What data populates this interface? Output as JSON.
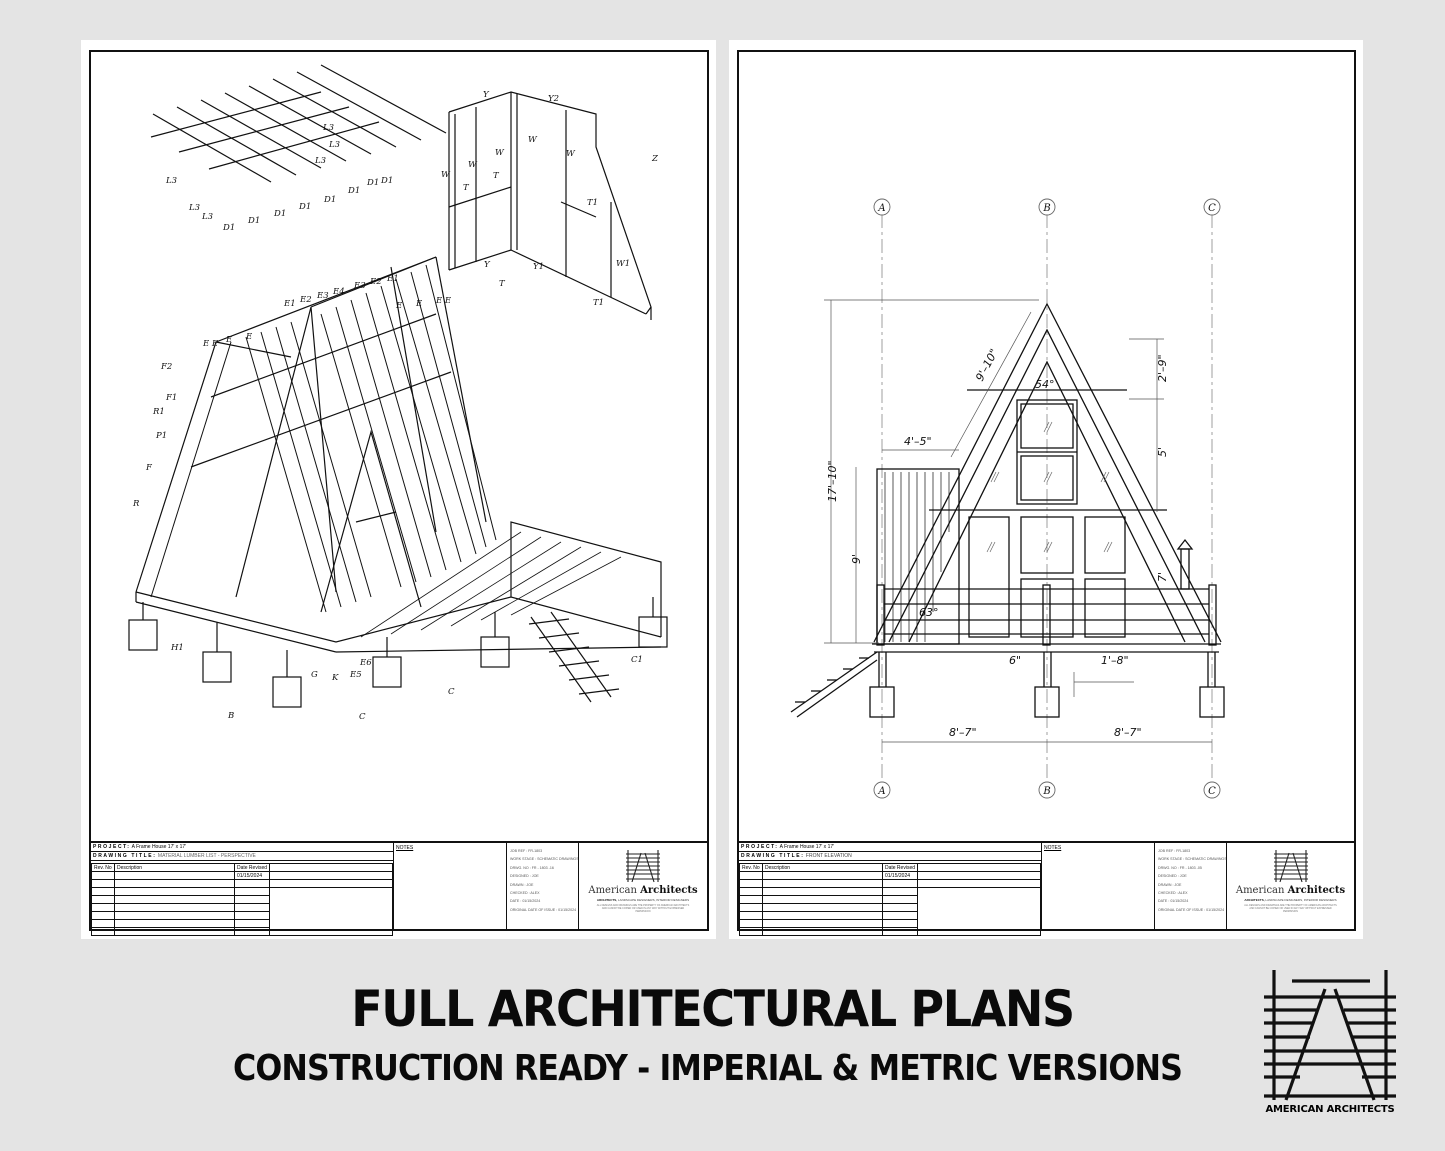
{
  "caption": {
    "headline": "FULL ARCHITECTURAL PLANS",
    "subhead": "CONSTRUCTION READY - IMPERIAL & METRIC VERSIONS"
  },
  "brandmark": {
    "label": "AMERICAN ARCHITECTS",
    "icon": "a-frame-ladder-logo-icon"
  },
  "sheets": [
    {
      "drawing": "perspective-framing",
      "component_labels": {
        "floor_joists": [
          "L3",
          "L",
          "L",
          "L",
          "L",
          "L3",
          "L3",
          "L3",
          "L",
          "D1",
          "D1",
          "D1",
          "D1",
          "D1",
          "D1",
          "D1"
        ],
        "wall_frame": [
          "Y",
          "Y2",
          "W",
          "W",
          "W",
          "W",
          "W",
          "T",
          "T",
          "T",
          "T1",
          "T1",
          "W1",
          "Y",
          "Y1",
          "Z"
        ],
        "rafters": [
          "E1",
          "E2",
          "E3",
          "E4",
          "E4",
          "E3",
          "E2",
          "E1",
          "E",
          "E",
          "E",
          "E",
          "E",
          "E",
          "E",
          "E",
          "E",
          "E",
          "E",
          "E",
          "F2",
          "F1",
          "R1",
          "P1",
          "F",
          "R",
          "H1",
          "B",
          "G",
          "K",
          "E5",
          "E6",
          "C",
          "C",
          "C1"
        ]
      },
      "title_block": {
        "project_label": "PROJECT:",
        "project": "A Frame House 17' x 17'",
        "drawing_title_label": "DRAWING TITLE:",
        "drawing_title": "MATERIAL LUMBER LIST - PERSPECTIVE",
        "rev_header": "Rev. No",
        "desc_header": "Description",
        "date_header": "Date Revised",
        "date_revised": "01/15/2024",
        "notes_label": "NOTES",
        "info": [
          "JOB REF     :  FR-1803",
          "WORK STAGE :  SCHEMATIC DRAWINGS",
          "DRWG. NO   :  FR - 1803 -16",
          "DESIGNED    :      JOE",
          "DRAWN        :      JOE",
          "CHECKED     :      ALEX",
          "DATE          :   01/15/2024",
          "ORIGINAL DATE OF ISSUE : 01/15/2024"
        ],
        "firm_light": "American",
        "firm_bold": "Architects",
        "firm_tag_bold": "ARCHITECTS,",
        "firm_tag": " LANDSCAPE DESIGNERS, INTERIOR DESIGNERS",
        "firm_fine": "ALL DESIGNS AND DRAWINGS ARE THE PROPERTY OF AMERICAN ARCHITECTS AND CANNOT BE COPIED OR USED IN ANY WAY WITHOUT EXPRESSED PERMISSION"
      }
    },
    {
      "drawing": "front-elevation",
      "grid_lines": [
        "A",
        "B",
        "C"
      ],
      "dimensions": {
        "overall_height": "17'–10\"",
        "rafter_length": "9'–10\"",
        "left_deck_width": "4'–5\"",
        "wall_height": "9'",
        "apex_angle": "54°",
        "base_angle": "63°",
        "upper_gable": "2'–9\"",
        "mid_gable": "5'",
        "lower": "7'",
        "deck_step": "6\"",
        "post_height": "1'–8\"",
        "bay_left": "8'–7\"",
        "bay_right": "8'–7\""
      },
      "title_block": {
        "project_label": "PROJECT:",
        "project": "A Frame House 17' x 17'",
        "drawing_title_label": "DRAWING TITLE:",
        "drawing_title": "FRONT ELEVATION",
        "rev_header": "Rev. No",
        "desc_header": "Description",
        "date_header": "Date Revised",
        "date_revised": "01/15/2024",
        "notes_label": "NOTES",
        "info": [
          "JOB REF     :  FR-1803",
          "WORK STAGE :  SCHEMATIC DRAWINGS",
          "DRWG. NO   :  FR - 1803 -05",
          "DESIGNED    :      JOE",
          "DRAWN        :      JOE",
          "CHECKED     :      ALEX",
          "DATE          :   01/15/2024",
          "ORIGINAL DATE OF ISSUE : 01/15/2024"
        ],
        "firm_light": "American",
        "firm_bold": "Architects",
        "firm_tag_bold": "ARCHITECTS,",
        "firm_tag": " LANDSCAPE DESIGNERS, INTERIOR DESIGNERS",
        "firm_fine": "ALL DESIGNS AND DRAWINGS ARE THE PROPERTY OF AMERICAN ARCHITECTS AND CANNOT BE COPIED OR USED IN ANY WAY WITHOUT EXPRESSED PERMISSION"
      }
    }
  ],
  "colors": {
    "background": "#e4e4e4",
    "sheet": "#ffffff",
    "ink": "#111111"
  }
}
